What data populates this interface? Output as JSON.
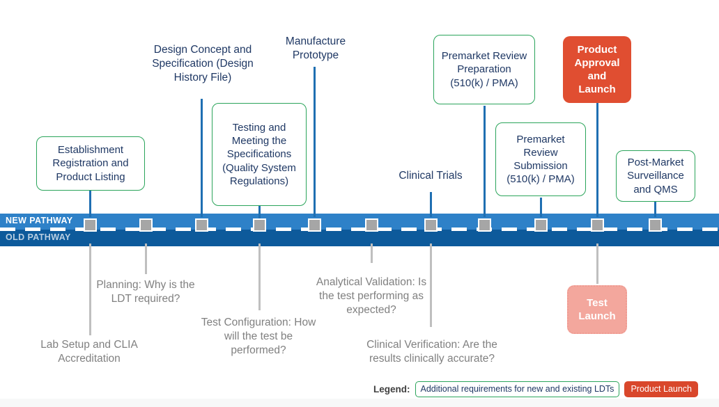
{
  "band": {
    "new_pathway_label": "NEW PATHWAY",
    "old_pathway_label": "OLD PATHWAY",
    "top_color": "#2e81c8",
    "bottom_color": "#0d5a9b",
    "marker_color": "#a6a6a6"
  },
  "colors": {
    "green_border": "#2aa45a",
    "navy_text": "#1f3864",
    "gray_text": "#808080",
    "red_fill": "#e04e31",
    "pink_fill": "#f3a79d",
    "connector_up": "#1f6fb2",
    "connector_down": "#bfbfbf"
  },
  "new_pathway_nodes": [
    {
      "id": "establishment-registration",
      "text": "Establishment Registration and Product Listing",
      "style": "green-box"
    },
    {
      "id": "design-concept",
      "text": "Design Concept and Specification (Design History File)",
      "style": "plain"
    },
    {
      "id": "testing-meeting-specifications",
      "text": "Testing and Meeting the Specifications (Quality System Regulations)",
      "style": "green-box"
    },
    {
      "id": "manufacture-prototype",
      "text": "Manufacture Prototype",
      "style": "plain"
    },
    {
      "id": "premarket-review-preparation",
      "text": "Premarket Review Preparation (510(k) / PMA)",
      "style": "green-box"
    },
    {
      "id": "clinical-trials",
      "text": "Clinical Trials",
      "style": "plain"
    },
    {
      "id": "premarket-review-submission",
      "text": "Premarket Review Submission (510(k) / PMA)",
      "style": "green-box"
    },
    {
      "id": "product-approval-launch",
      "text": "Product Approval and Launch",
      "style": "red-box"
    },
    {
      "id": "post-market-surveillance",
      "text": "Post-Market Surveillance and QMS",
      "style": "green-box"
    }
  ],
  "old_pathway_nodes": [
    {
      "id": "lab-setup-clia",
      "text": "Lab Setup and CLIA Accreditation",
      "style": "gray"
    },
    {
      "id": "planning",
      "text": "Planning: Why is the LDT required?",
      "style": "gray"
    },
    {
      "id": "test-configuration",
      "text": "Test Configuration: How will the test be performed?",
      "style": "gray"
    },
    {
      "id": "analytical-validation",
      "text": "Analytical Validation: Is the test performing as expected?",
      "style": "gray"
    },
    {
      "id": "clinical-verification",
      "text": "Clinical Verification: Are the results clinically accurate?",
      "style": "gray"
    },
    {
      "id": "test-launch",
      "text": "Test Launch",
      "style": "pink-box"
    }
  ],
  "legend": {
    "title": "Legend:",
    "items": [
      {
        "id": "additional-requirements",
        "text": "Additional requirements for new and existing LDTs",
        "style": "green"
      },
      {
        "id": "product-launch",
        "text": "Product Launch",
        "style": "red"
      }
    ]
  }
}
